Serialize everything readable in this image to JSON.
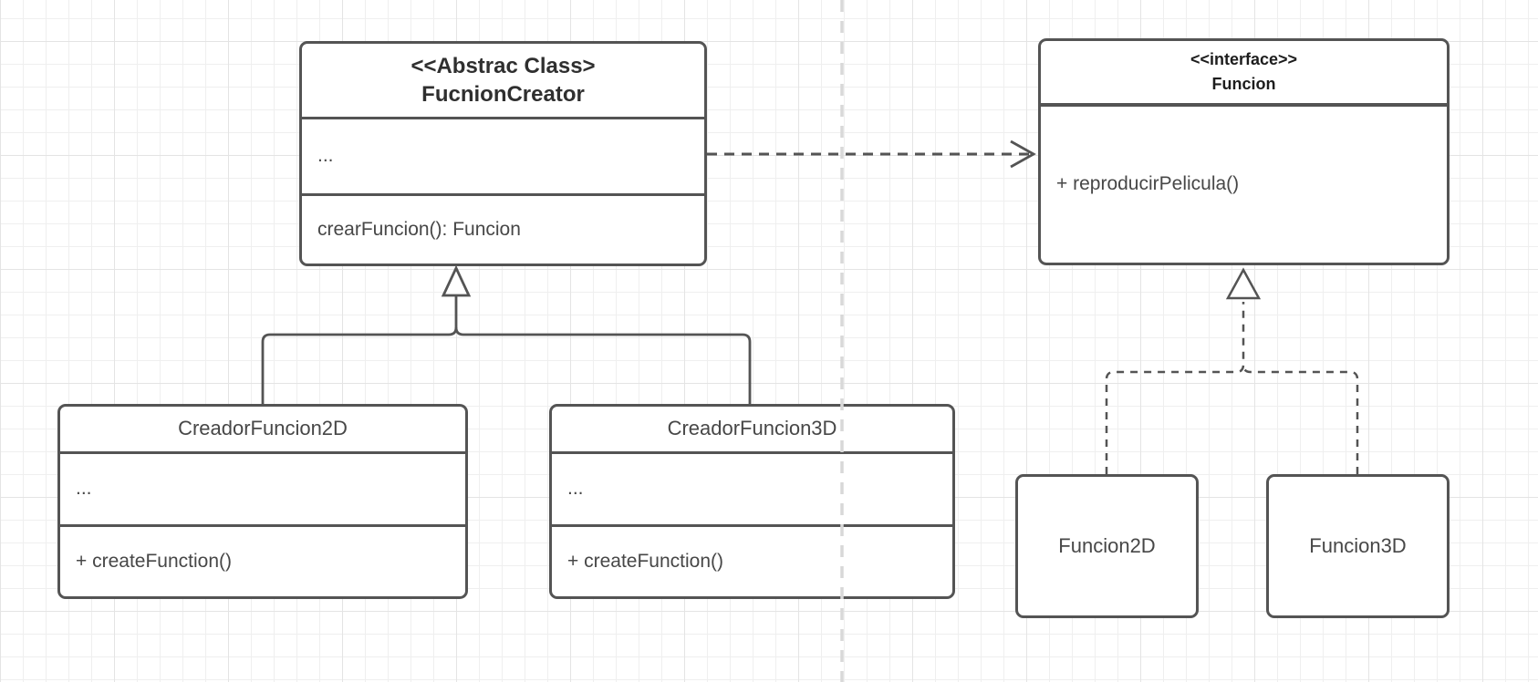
{
  "diagram_type": "uml-class-diagram",
  "colors": {
    "node_fill": "#ffffff",
    "stroke": "#545454",
    "title_text": "#2f2f2f",
    "body_text": "#474747",
    "grid_minor": "#efefef",
    "grid_major": "#e4e4e4",
    "page_divider": "#d8d8d8"
  },
  "nodes": {
    "creator": {
      "stereotype": "<<Abstrac Class>",
      "name": "FucnionCreator",
      "attributes": "...",
      "methods": "crearFuncion(): Funcion"
    },
    "interface": {
      "stereotype": "<<interface>>",
      "name": "Funcion",
      "methods": "+ reproducirPelicula()"
    },
    "creator2d": {
      "name": "CreadorFuncion2D",
      "attributes": "...",
      "methods": "+ createFunction()"
    },
    "creator3d": {
      "name": "CreadorFuncion3D",
      "attributes": "...",
      "methods": "+ createFunction()"
    },
    "funcion2d": {
      "name": "Funcion2D"
    },
    "funcion3d": {
      "name": "Funcion3D"
    }
  },
  "relationships": [
    {
      "type": "dependency",
      "from": "FucnionCreator",
      "to": "Funcion",
      "style": "dashed-open-arrow"
    },
    {
      "type": "generalization",
      "from": "CreadorFuncion2D",
      "to": "FucnionCreator",
      "style": "solid-hollow-triangle"
    },
    {
      "type": "generalization",
      "from": "CreadorFuncion3D",
      "to": "FucnionCreator",
      "style": "solid-hollow-triangle"
    },
    {
      "type": "realization",
      "from": "Funcion2D",
      "to": "Funcion",
      "style": "dashed-hollow-triangle"
    },
    {
      "type": "realization",
      "from": "Funcion3D",
      "to": "Funcion",
      "style": "dashed-hollow-triangle"
    }
  ]
}
